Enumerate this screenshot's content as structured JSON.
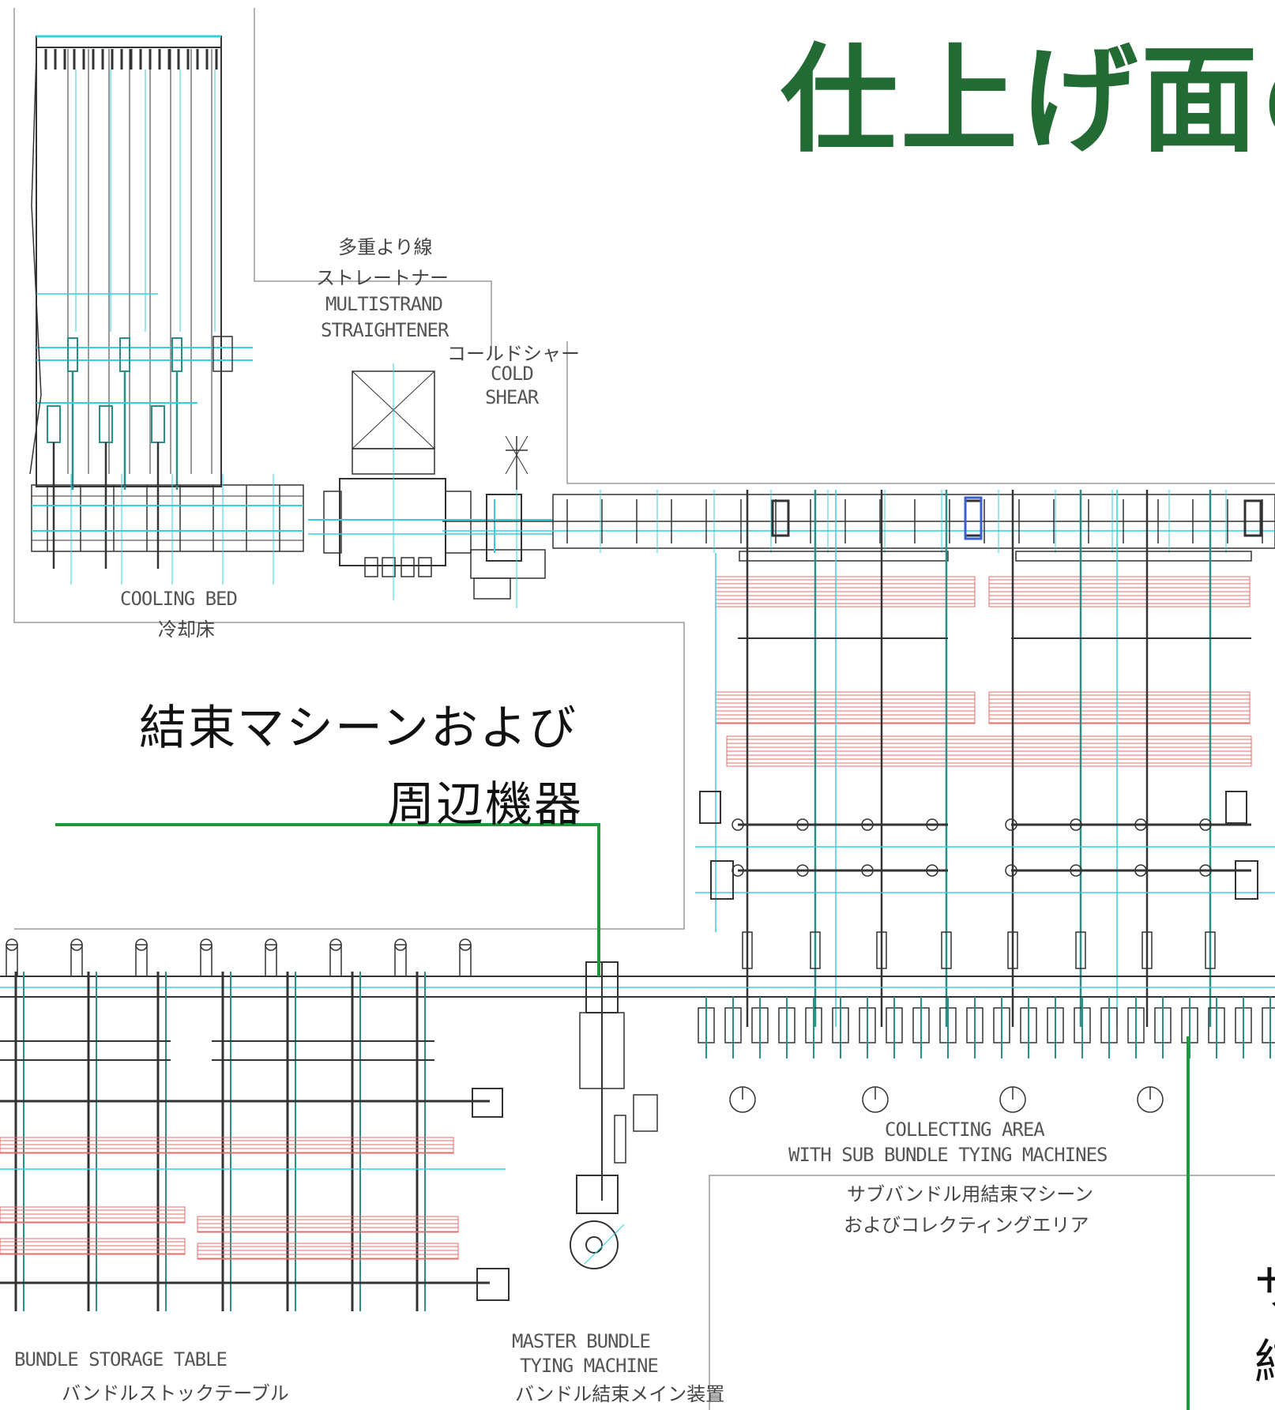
{
  "title": "仕上げ面の",
  "labels": {
    "straightener_jp_1": "多重より線",
    "straightener_jp_2": "ストレートナー",
    "straightener_en_1": "MULTISTRAND",
    "straightener_en_2": "STRAIGHTENER",
    "shear_jp": "コールドシャー",
    "shear_en_1": "COLD",
    "shear_en_2": "SHEAR",
    "cooling_en": "COOLING BED",
    "cooling_jp": "冷却床",
    "tying_callout_1": "結束マシーンおよび",
    "tying_callout_2": "周辺機器",
    "collecting_en_1": "COLLECTING AREA",
    "collecting_en_2": "WITH SUB BUNDLE TYING MACHINES",
    "collecting_jp_1": "サブバンドル用結束マシーン",
    "collecting_jp_2": "およびコレクティングエリア",
    "storage_en": "BUNDLE STORAGE TABLE",
    "storage_jp": "バンドルストックテーブル",
    "master_en_1": "MASTER BUNDLE",
    "master_en_2": "TYING MACHINE",
    "master_jp": "バンドル結束メイン装置",
    "cut_right_1": "サ",
    "cut_right_2": "結"
  },
  "colors": {
    "title": "#236b34",
    "callout_line": "#1a9a3a",
    "drawing_line": "#333333",
    "cyan": "#35d0dc",
    "teal": "#2b8f86",
    "red_hatch": "#e86b6b",
    "frame": "#9a9a9a"
  }
}
